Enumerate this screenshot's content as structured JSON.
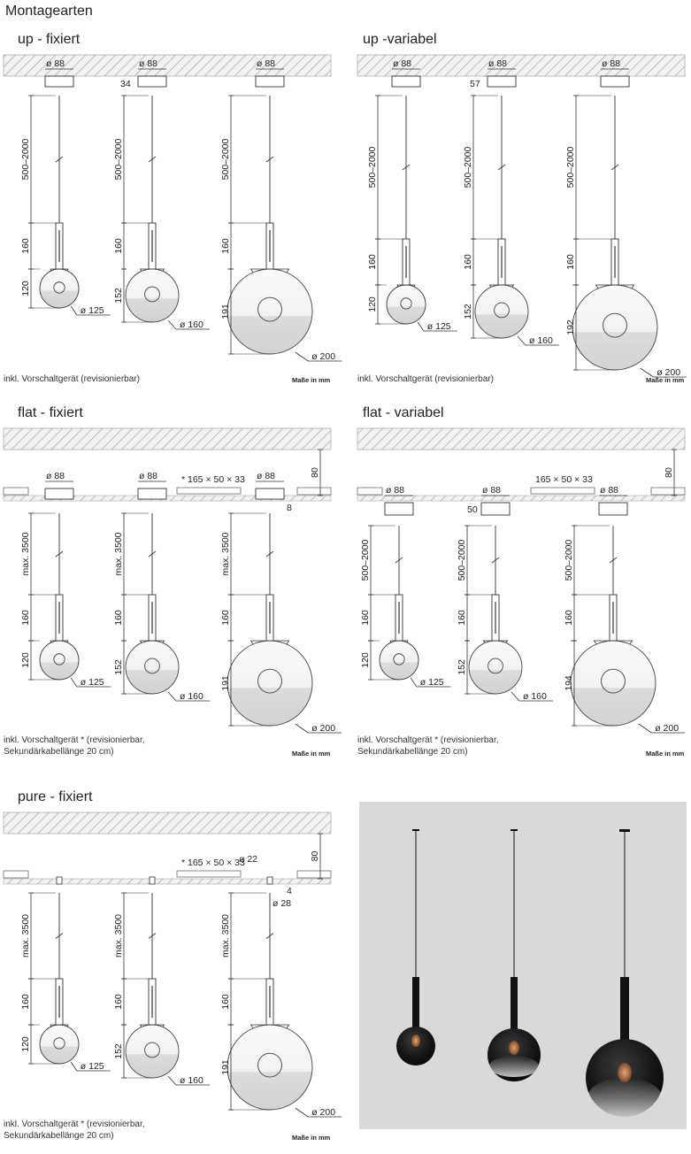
{
  "page_title": "Montagearten",
  "masse": "Maße in mm",
  "panels": [
    {
      "title": "up - fixiert",
      "note": [
        "inkl. Vorschaltgerät (revisionierbar)"
      ],
      "lamps": [
        {
          "top": "ø 88",
          "cable": "500–2000",
          "stem": "160",
          "sphere": "120",
          "diam": "ø 125"
        },
        {
          "top": "ø 88",
          "canopy": "34",
          "cable": "500–2000",
          "stem": "160",
          "sphere": "152",
          "diam": "ø 160"
        },
        {
          "top": "ø 88",
          "cable": "500–2000",
          "stem": "160",
          "sphere": "191",
          "diam": "ø 200"
        }
      ]
    },
    {
      "title": "up -variabel",
      "note": [
        "inkl. Vorschaltgerät (revisionierbar)"
      ],
      "lamps": [
        {
          "top": "ø 88",
          "cable": "500–2000",
          "stem": "160",
          "sphere": "120",
          "diam": "ø 125"
        },
        {
          "top": "ø 88",
          "canopy": "57",
          "cable": "500–2000",
          "stem": "160",
          "sphere": "152",
          "diam": "ø 160"
        },
        {
          "top": "ø 88",
          "cable": "500–2000",
          "stem": "160",
          "sphere": "192",
          "diam": "ø 200"
        }
      ]
    },
    {
      "title": "flat - fixiert",
      "note": [
        "inkl. Vorschaltgerät * (revisionierbar,",
        "Sekundärkabellänge 20 cm)"
      ],
      "box": "* 165 × 50 × 33",
      "ceiling": "80",
      "inset": "8",
      "lamps": [
        {
          "top": "ø 88",
          "cable": "max. 3500",
          "stem": "160",
          "sphere": "120",
          "diam": "ø 125"
        },
        {
          "top": "ø 88",
          "cable": "max. 3500",
          "stem": "160",
          "sphere": "152",
          "diam": "ø 160"
        },
        {
          "top": "ø 88",
          "cable": "max. 3500",
          "stem": "160",
          "sphere": "191",
          "diam": "ø 200"
        }
      ]
    },
    {
      "title": "flat - variabel",
      "note": [
        "inkl. Vorschaltgerät * (revisionierbar,",
        "Sekundärkabellänge 20 cm)"
      ],
      "box": "165 × 50 × 33",
      "ceiling": "80",
      "canopy": "50",
      "lamps": [
        {
          "top": "ø 88",
          "cable": "500–2000",
          "stem": "160",
          "sphere": "120",
          "diam": "ø 125"
        },
        {
          "top": "ø 88",
          "cable": "500–2000",
          "stem": "160",
          "sphere": "152",
          "diam": "ø 160"
        },
        {
          "top": "ø 88",
          "cable": "500–2000",
          "stem": "160",
          "sphere": "194",
          "diam": "ø 200"
        }
      ]
    },
    {
      "title": "pure - fixiert",
      "note": [
        "inkl. Vorschaltgerät * (revisionierbar,",
        "Sekundärkabellänge 20 cm)"
      ],
      "box": "* 165 × 50 × 33",
      "ceiling": "80",
      "inset": "4",
      "small_top": "ø 22",
      "small_bottom": "ø 28",
      "lamps": [
        {
          "cable": "max. 3500",
          "stem": "160",
          "sphere": "120",
          "diam": "ø 125"
        },
        {
          "cable": "max. 3500",
          "stem": "160",
          "sphere": "152",
          "diam": "ø 160"
        },
        {
          "cable": "max. 3500",
          "stem": "160",
          "sphere": "191",
          "diam": "ø 200"
        }
      ]
    }
  ],
  "photo": {
    "background": "#d9d9d9",
    "stem_color": "#111111",
    "glass_dark": "#1a1a1a",
    "glow": "#c08a5a"
  }
}
